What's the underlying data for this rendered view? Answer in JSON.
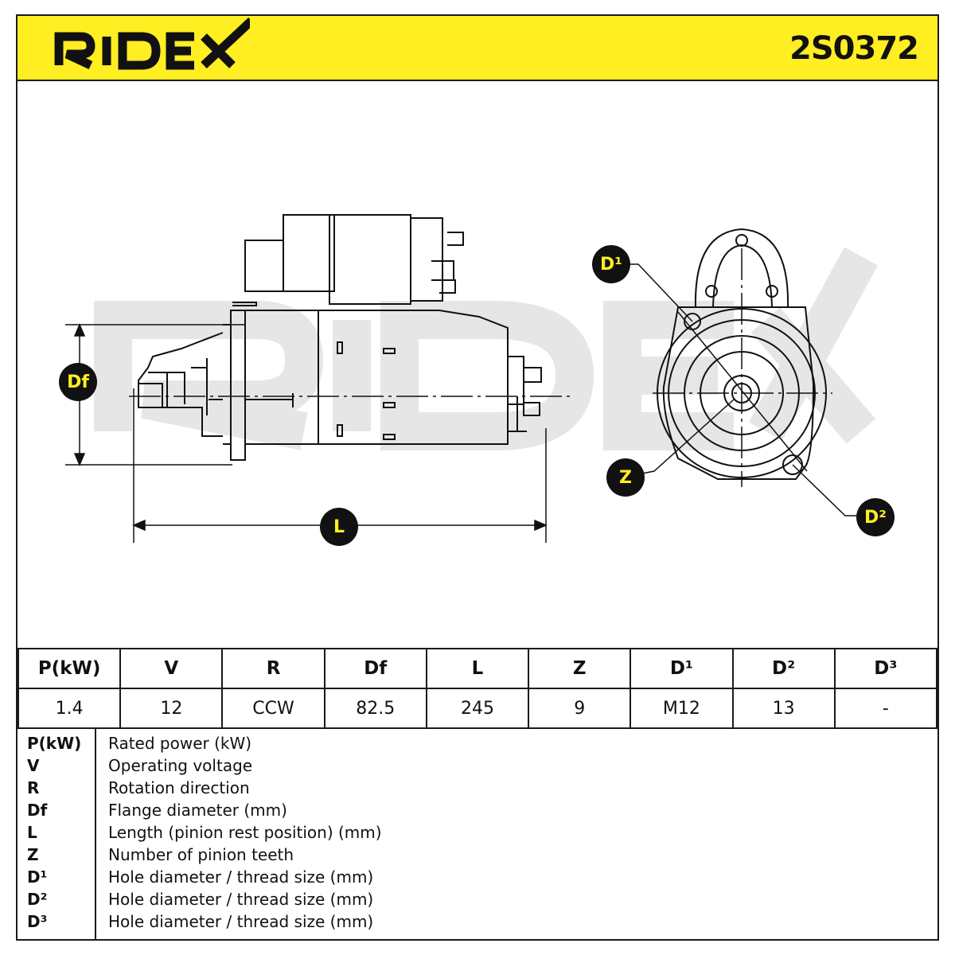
{
  "header": {
    "brand": "RIDEX",
    "part_number": "2S0372",
    "accent_color": "#ffee22"
  },
  "drawing": {
    "callouts": {
      "df": "Df",
      "l": "L",
      "d1": "D¹",
      "z": "Z",
      "d2": "D²"
    }
  },
  "spec_table": {
    "headers": [
      "P(kW)",
      "V",
      "R",
      "Df",
      "L",
      "Z",
      "D¹",
      "D²",
      "D³"
    ],
    "values": [
      "1.4",
      "12",
      "CCW",
      "82.5",
      "245",
      "9",
      "M12",
      "13",
      "-"
    ]
  },
  "legend": [
    {
      "symbol": "P(kW)",
      "description": "Rated power (kW)"
    },
    {
      "symbol": "V",
      "description": "Operating voltage"
    },
    {
      "symbol": "R",
      "description": "Rotation direction"
    },
    {
      "symbol": "Df",
      "description": "Flange diameter (mm)"
    },
    {
      "symbol": "L",
      "description": "Length (pinion rest position) (mm)"
    },
    {
      "symbol": "Z",
      "description": "Number of pinion teeth"
    },
    {
      "symbol": "D¹",
      "description": "Hole diameter / thread size (mm)"
    },
    {
      "symbol": "D²",
      "description": "Hole diameter / thread size (mm)"
    },
    {
      "symbol": "D³",
      "description": "Hole diameter / thread size (mm)"
    }
  ]
}
